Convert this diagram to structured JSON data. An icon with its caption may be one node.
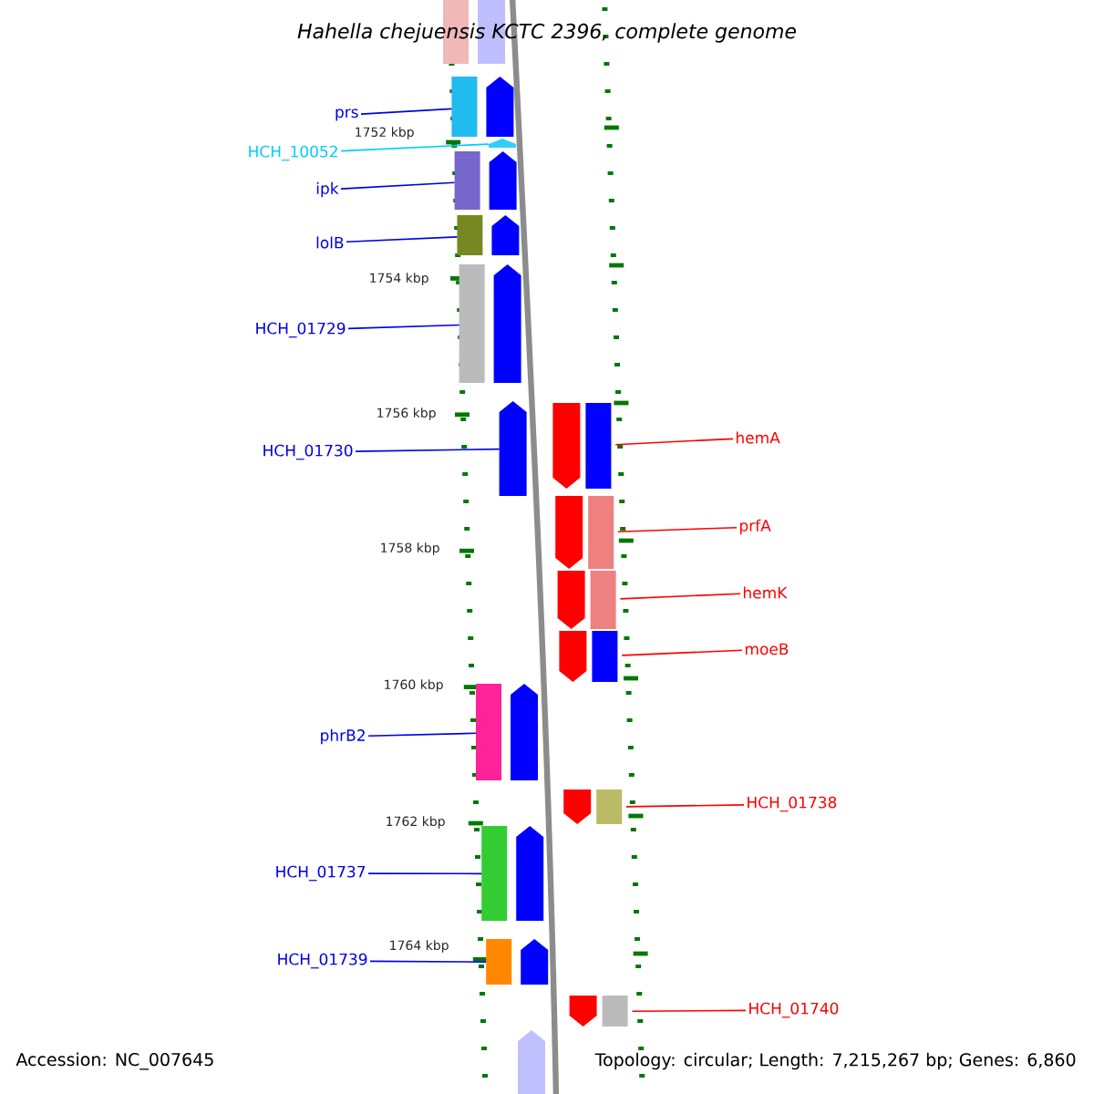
{
  "diagram": {
    "title": "Hahella chejuensis KCTC 2396, complete genome",
    "nodes": [
      {
        "text": [
          "prs"
        ]
      },
      {
        "text": [],
        "shape": "bar"
      },
      {
        "text": [
          "HCH_10052"
        ]
      },
      {
        "text": [],
        "shape": "arrow"
      },
      {
        "text": [
          "ipk"
        ]
      },
      {
        "text": [],
        "shape": "bar"
      },
      {
        "text": [
          "lolB"
        ]
      },
      {
        "text": [],
        "shape": "bar"
      },
      {
        "text": [
          "HCH_01729"
        ]
      },
      {
        "text": [],
        "shape": "bar"
      },
      {
        "text": [
          "HCH_01730"
        ]
      },
      {
        "text": [],
        "shape": "arrow"
      },
      {
        "text": [
          "hemA"
        ]
      },
      {
        "text": [],
        "shape": "bar"
      },
      {
        "text": [
          "prfA"
        ]
      },
      {
        "text": [],
        "shape": "bar"
      },
      {
        "text": [
          "hemK"
        ]
      },
      {
        "text": [],
        "shape": "bar"
      },
      {
        "text": [
          "moeB"
        ]
      },
      {
        "text": [],
        "shape": "bar"
      },
      {
        "text": [
          "phrB2"
        ]
      },
      {
        "text": [],
        "shape": "bar"
      },
      {
        "text": [
          "HCH_01738"
        ]
      },
      {
        "text": [],
        "shape": "bar"
      },
      {
        "text": [
          "HCH_01737"
        ]
      },
      {
        "text": [],
        "shape": "bar"
      },
      {
        "text": [
          "HCH_01739"
        ]
      },
      {
        "text": [],
        "shape": "bar"
      },
      {
        "text": [
          "HCH_01740"
        ]
      },
      {
        "text": [],
        "shape": "bar"
      },
      {
        "text": [],
        "shape": "bar"
      },
      {
        "text": [],
        "shape": "arrow"
      }
    ],
    "edges": [
      {
        "from": 0,
        "to": 1,
        "arrow": "none"
      },
      {
        "from": 2,
        "to": 3,
        "arrow": "none",
        "color": "#00ccff"
      },
      {
        "from": 4,
        "to": 5,
        "arrow": "none"
      },
      {
        "from": 6,
        "to": 7,
        "arrow": "none"
      },
      {
        "from": 8,
        "to": 9,
        "arrow": "none"
      },
      {
        "from": 10,
        "to": 11,
        "arrow": "none"
      },
      {
        "from": 12,
        "to": 13,
        "arrow": "none",
        "color": "#ff0000"
      },
      {
        "from": 14,
        "to": 15,
        "arrow": "none",
        "color": "#ff0000"
      },
      {
        "from": 16,
        "to": 17,
        "arrow": "none",
        "color": "#ff0000"
      },
      {
        "from": 18,
        "to": 19,
        "arrow": "none",
        "color": "#ff0000"
      },
      {
        "from": 20,
        "to": 21,
        "arrow": "none"
      },
      {
        "from": 22,
        "to": 23,
        "arrow": "none",
        "color": "#ff0000"
      },
      {
        "from": 24,
        "to": 25,
        "arrow": "none"
      },
      {
        "from": 26,
        "to": 27,
        "arrow": "none"
      },
      {
        "from": 28,
        "to": 29,
        "arrow": "none",
        "color": "#ff0000"
      }
    ],
    "labels": [
      "1752 kbp",
      "1754 kbp",
      "1756 kbp",
      "1758 kbp",
      "1760 kbp",
      "1762 kbp",
      "1764 kbp",
      "Accession: NC_007645",
      "Topology: circular; Length: 7,215,267 bp; Genes: 6,860"
    ]
  }
}
